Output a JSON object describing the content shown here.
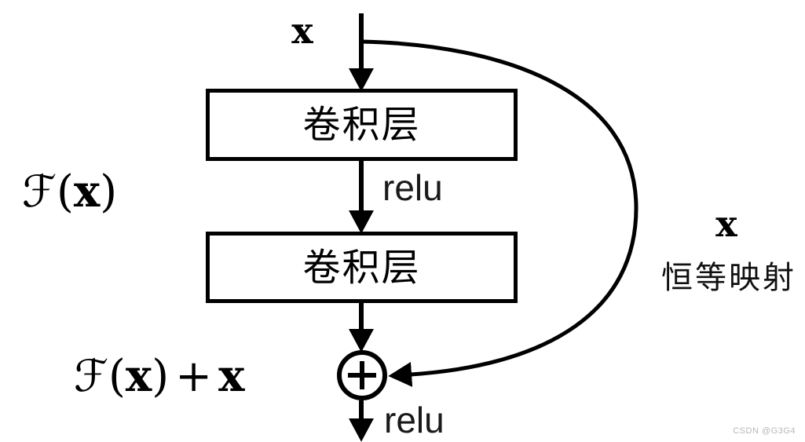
{
  "diagram": {
    "input_label": "x",
    "boxes": [
      {
        "label": "卷积层"
      },
      {
        "label": "卷积层"
      }
    ],
    "relu_mid_label": "relu",
    "relu_out_label": "relu",
    "f_of_x": {
      "f": "ℱ",
      "open": "(",
      "x": "x",
      "close": ")"
    },
    "f_of_x_plus_x": {
      "f": "ℱ",
      "open": "(",
      "x": "x",
      "close": ")",
      "plus": "+",
      "x2": "x"
    },
    "skip_connection": {
      "x_label": "x",
      "caption": "恒等映射"
    },
    "sum_node_symbol": "+",
    "colors": {
      "stroke": "#000000",
      "background": "#ffffff",
      "watermark": "#b8b8b8"
    }
  },
  "watermark": "CSDN @G3G4"
}
